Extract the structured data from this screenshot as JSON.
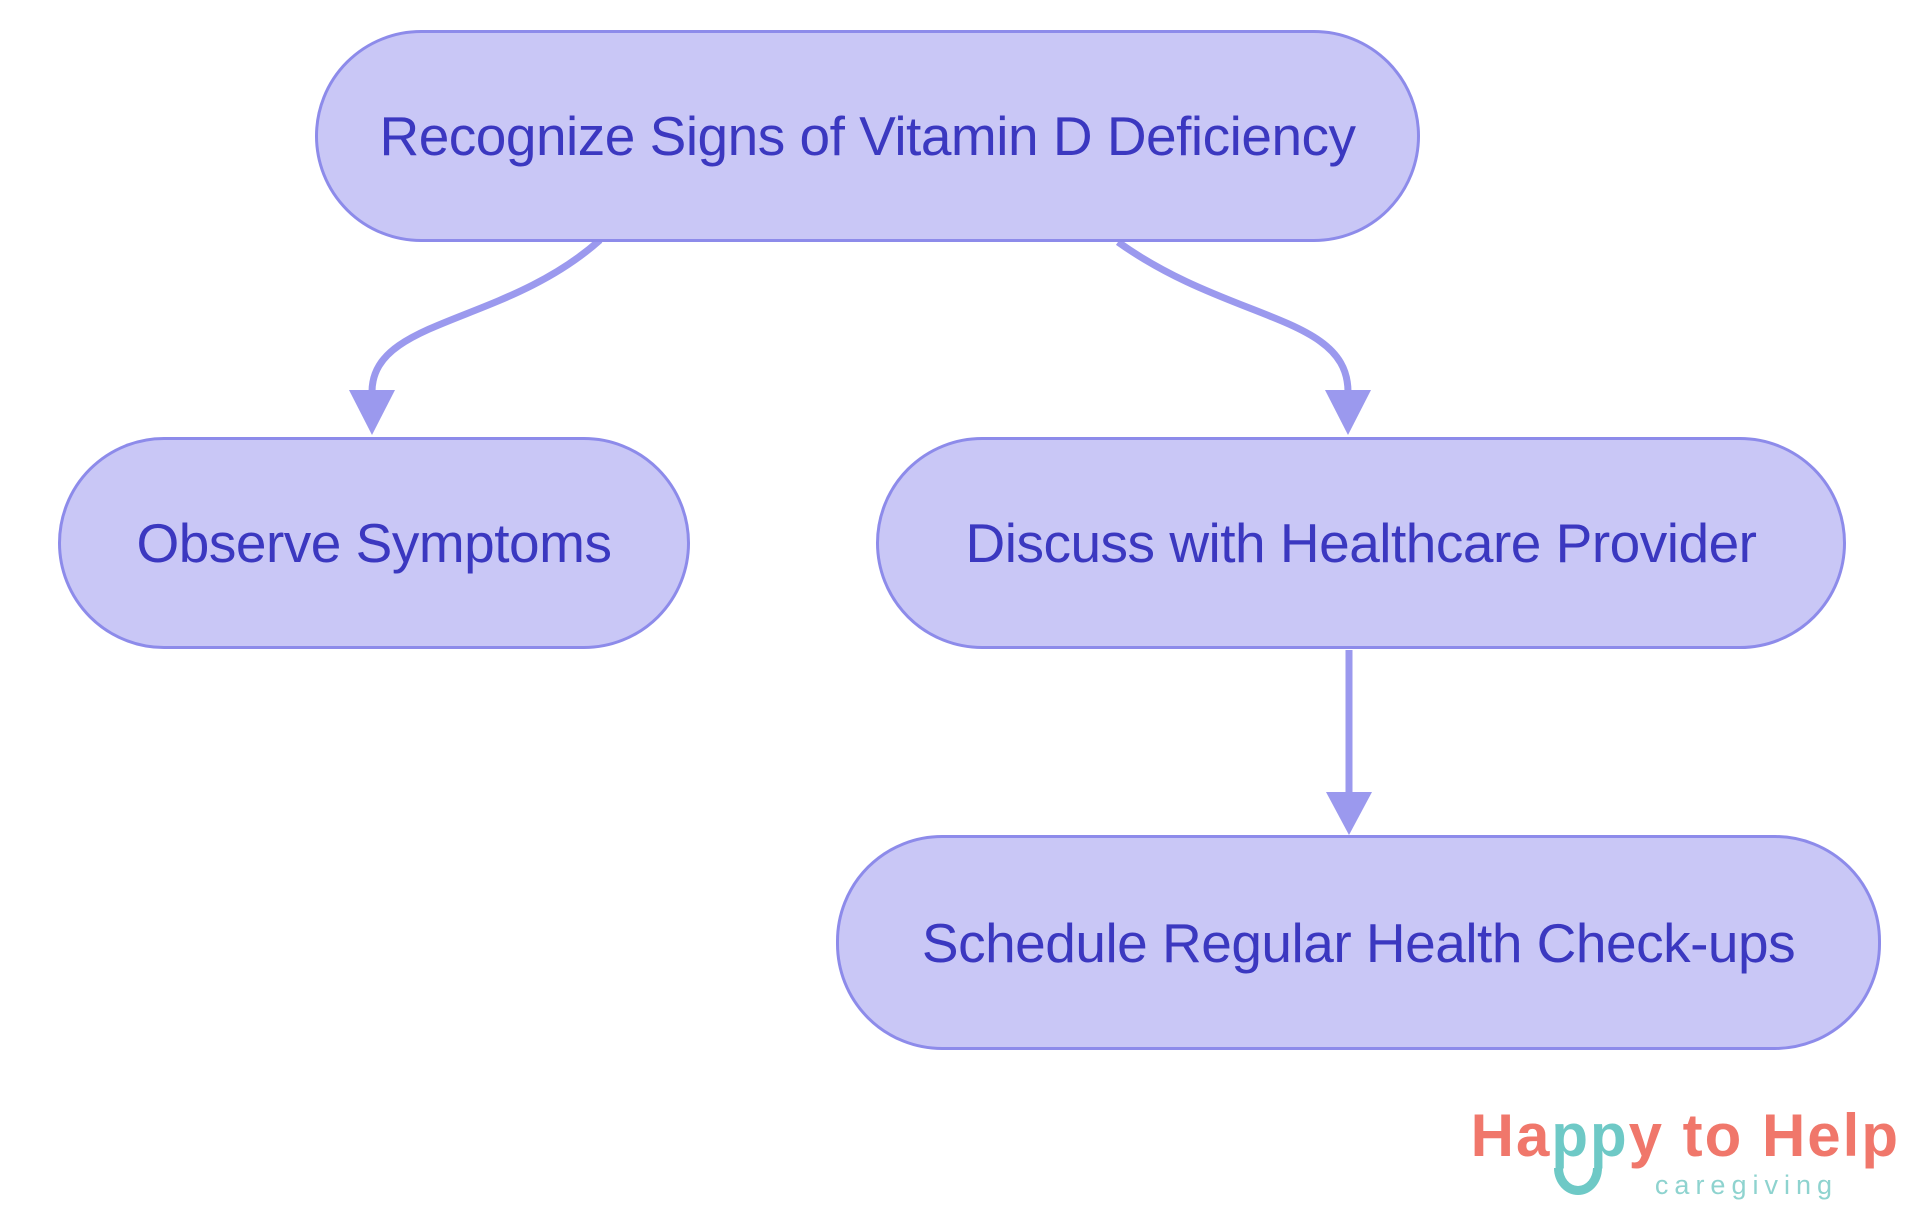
{
  "page": {
    "background_color": "#ffffff"
  },
  "diagram": {
    "type": "flowchart",
    "direction": "top-down",
    "colors": {
      "node_fill": "#c9c7f6",
      "node_border": "#8d8bea",
      "node_text": "#3b38c0",
      "arrow": "#9b99ee"
    },
    "nodes": {
      "recognize": {
        "label": "Recognize Signs of Vitamin D Deficiency"
      },
      "observe": {
        "label": "Observe Symptoms"
      },
      "discuss": {
        "label": "Discuss with Healthcare Provider"
      },
      "schedule": {
        "label": "Schedule Regular Health Check-ups"
      }
    },
    "edges": [
      {
        "from": "recognize",
        "to": "observe"
      },
      {
        "from": "recognize",
        "to": "discuss"
      },
      {
        "from": "discuss",
        "to": "schedule"
      }
    ]
  },
  "logo": {
    "word_part1": "Ha",
    "word_part2": "pp",
    "word_part3": "y to Help",
    "tagline": "caregiving",
    "colors": {
      "coral": "#f0776b",
      "teal": "#6ec9c6",
      "tagline_teal": "#8ed3cf"
    }
  }
}
